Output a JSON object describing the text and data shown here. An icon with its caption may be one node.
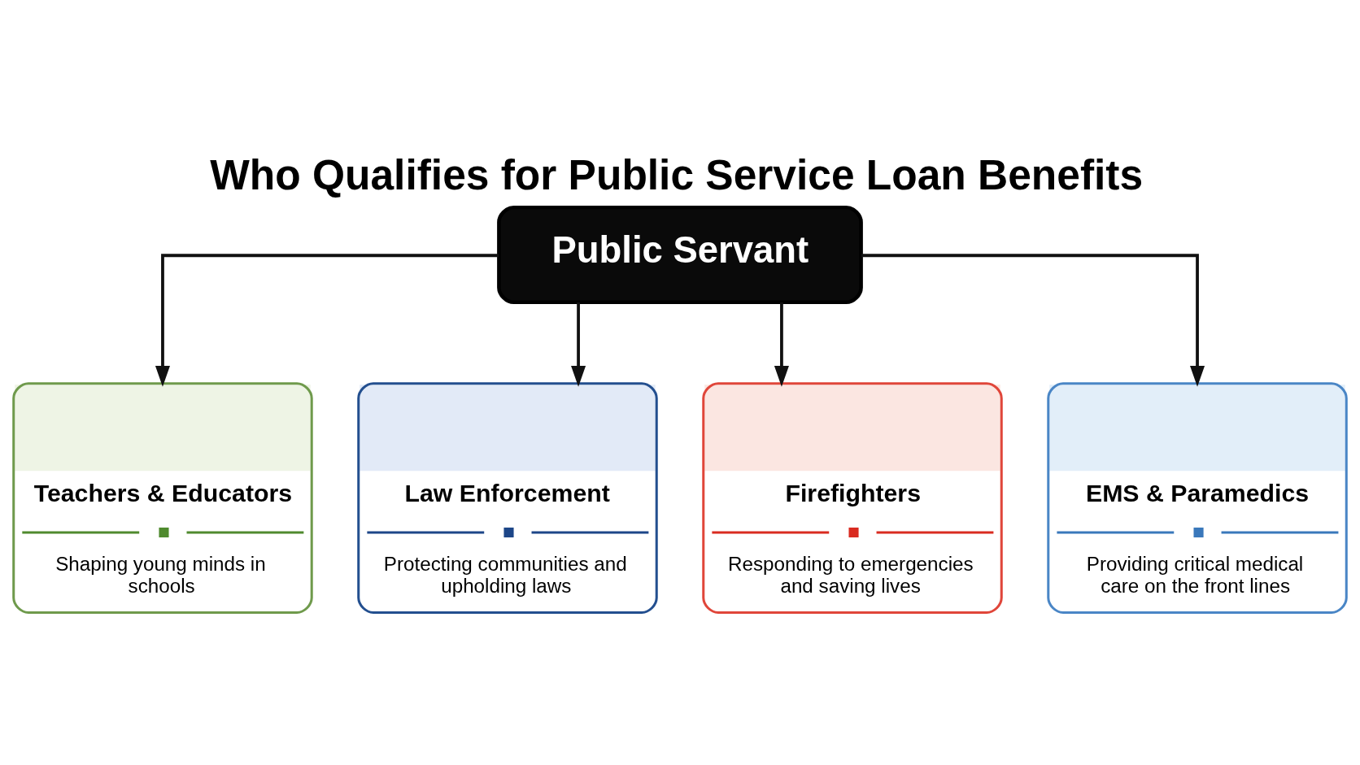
{
  "diagram": {
    "title": "Who Qualifies for Public Service Loan Benefits",
    "nodes": [
      {
        "text": [
          "Public Servant"
        ]
      },
      {
        "text": [
          "Teachers & Educators",
          "Shaping young minds in schools"
        ]
      },
      {
        "text": [
          "Law Enforcement",
          "Protecting communities and upholding laws"
        ]
      },
      {
        "text": [
          "Firefighters",
          "Responding to emergencies and saving lives"
        ]
      },
      {
        "text": [
          "EMS & Paramedics",
          "Providing critical medical care on the front lines"
        ]
      }
    ],
    "edges": [
      {
        "from": 0,
        "to": 1,
        "arrow": "to"
      },
      {
        "from": 0,
        "to": 2,
        "arrow": "to"
      },
      {
        "from": 0,
        "to": 3,
        "arrow": "to"
      },
      {
        "from": 0,
        "to": 4,
        "arrow": "to"
      }
    ]
  }
}
